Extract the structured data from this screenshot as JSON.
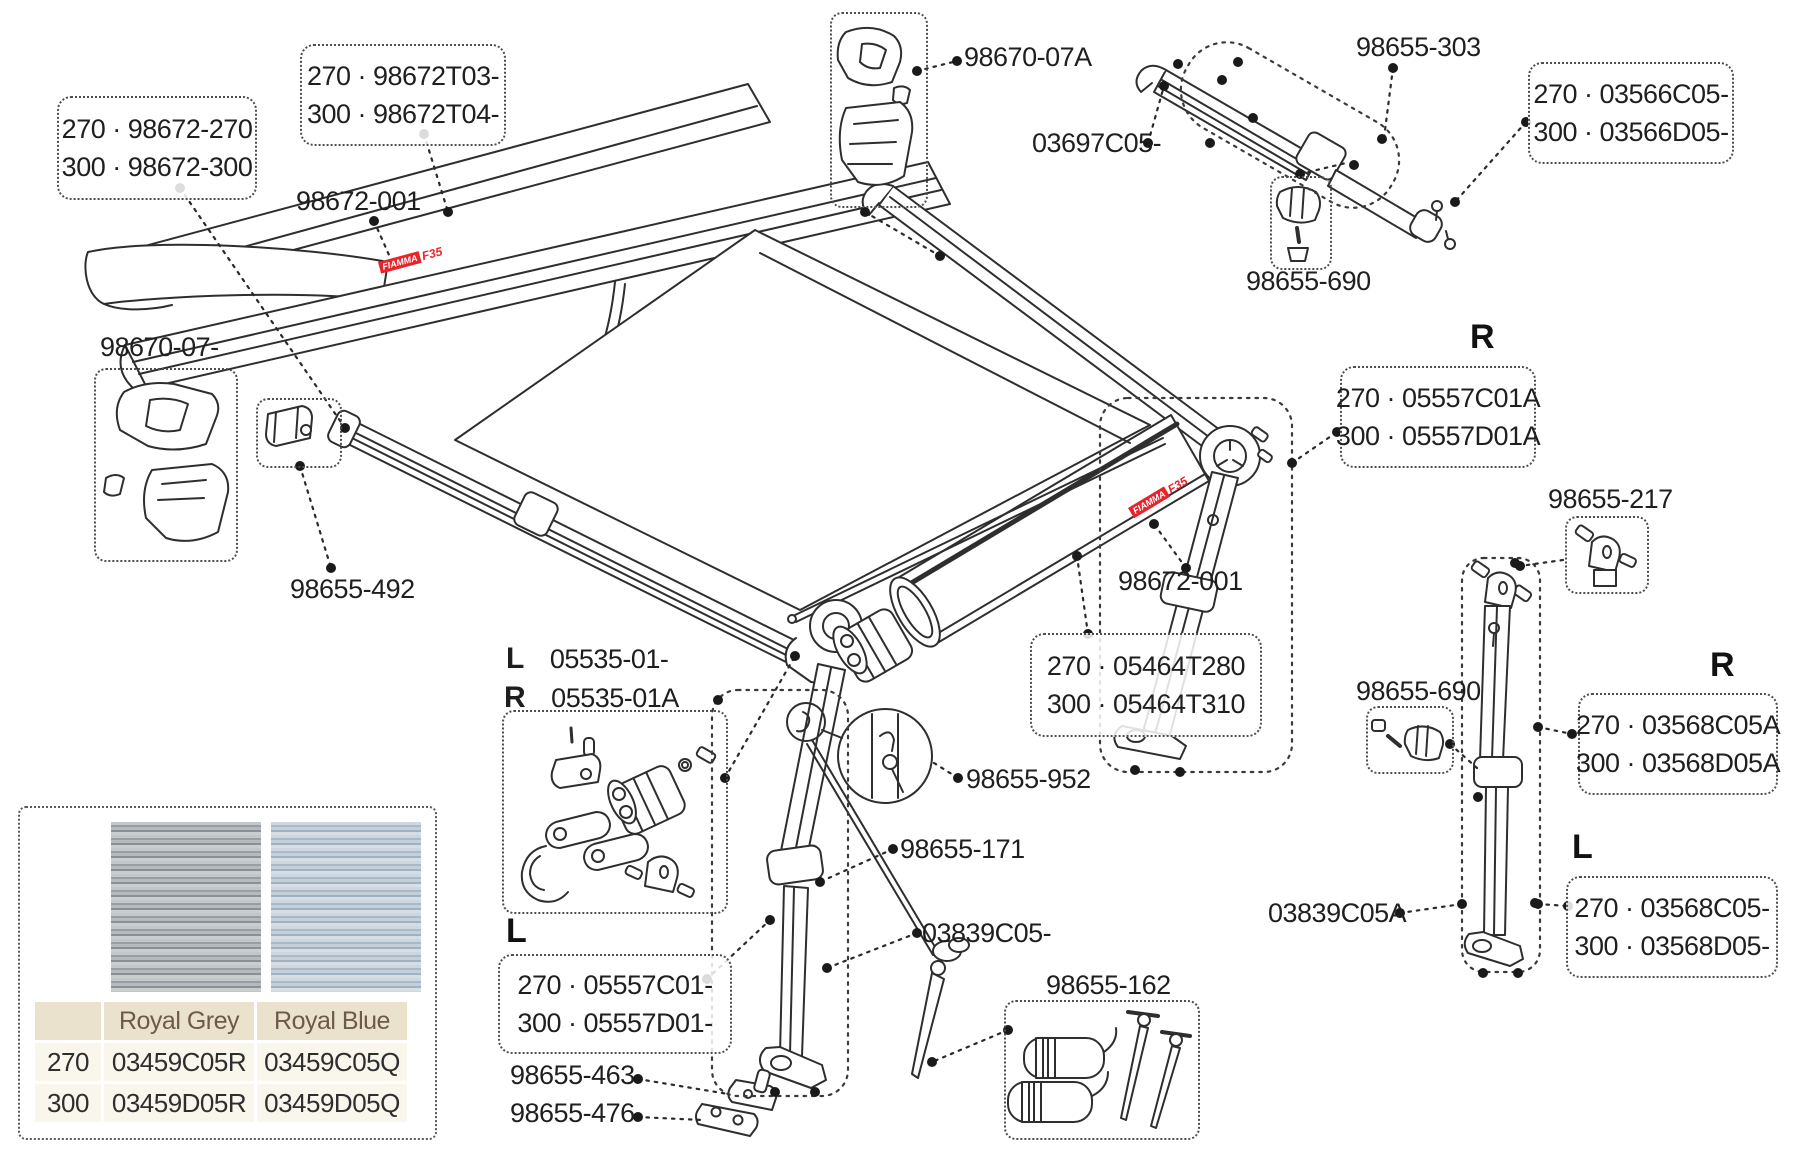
{
  "callouts": {
    "a": {
      "l1": "270 · 98672-270",
      "l2": "300 · 98672-300"
    },
    "b": {
      "l1": "270 · 98672T03-",
      "l2": "300 · 98672T04-"
    },
    "c": {
      "l1": "270 · 03566C05-",
      "l2": "300 · 03566D05-"
    },
    "d": {
      "l1": "270 · 05557C01A",
      "l2": "300 · 05557D01A"
    },
    "e": {
      "l1": "270 · 03568C05A",
      "l2": "300 · 03568D05A"
    },
    "f": {
      "l1": "270 · 03568C05-",
      "l2": "300 · 03568D05-"
    },
    "g": {
      "l1": "270 · 05557C01-",
      "l2": "300 · 05557D01-"
    },
    "h": {
      "l1": "270 · 05464T280",
      "l2": "300 · 05464T310"
    }
  },
  "labels": {
    "p98672_001": "98672-001",
    "p98670_07": "98670-07-",
    "p98670_07a": "98670-07A",
    "p03697c05": "03697C05-",
    "p98655_303": "98655-303",
    "p98655_690": "98655-690",
    "p98655_492": "98655-492",
    "p98655_217": "98655-217",
    "p98655_952": "98655-952",
    "p98655_171": "98655-171",
    "p03839c05": "03839C05-",
    "p03839c05a": "03839C05A",
    "p98655_162": "98655-162",
    "p98655_463": "98655-463",
    "p98655_476": "98655-476",
    "p05535_l": "05535-01-",
    "p05535_r": "05535-01A"
  },
  "markers": {
    "left": "L",
    "right": "R"
  },
  "logo": {
    "brand": "FIAMMA",
    "model": "F35"
  },
  "colors": {
    "accent_red": "#e8232a",
    "table_beige": "#eae2cd",
    "header_text": "#6d5a47",
    "line": "#2e2e2e"
  },
  "table": {
    "headers": {
      "grey": "Royal Grey",
      "blue": "Royal Blue"
    },
    "rows": {
      "r270": {
        "size": "270",
        "grey": "03459C05R",
        "blue": "03459C05Q"
      },
      "r300": {
        "size": "300",
        "grey": "03459D05R",
        "blue": "03459D05Q"
      }
    }
  }
}
